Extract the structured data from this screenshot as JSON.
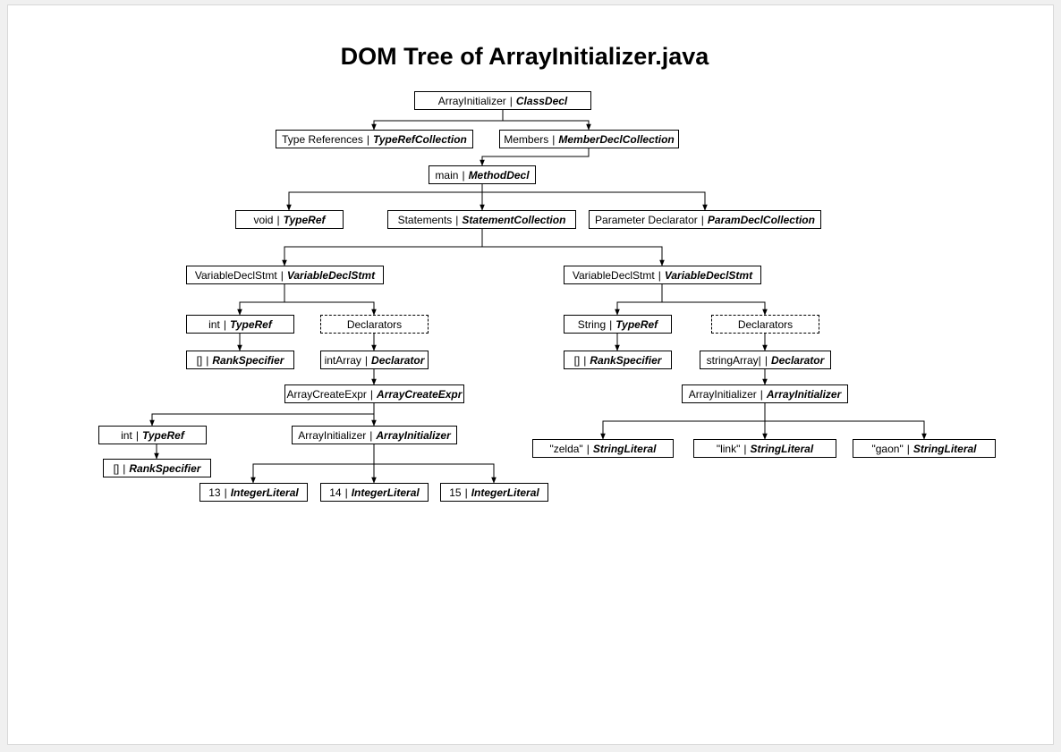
{
  "title": "DOM Tree of ArrayInitializer.java",
  "nodes": {
    "root": {
      "name": "ArrayInitializer",
      "type": "ClassDecl"
    },
    "typerefs": {
      "name": "Type References",
      "type": "TypeRefCollection"
    },
    "members": {
      "name": "Members",
      "type": "MemberDeclCollection"
    },
    "main": {
      "name": "main",
      "type": "MethodDecl"
    },
    "void": {
      "name": "void",
      "type": "TypeRef"
    },
    "statements": {
      "name": "Statements",
      "type": "StatementCollection"
    },
    "params": {
      "name": "Parameter Declarator",
      "type": "ParamDeclCollection"
    },
    "vds1": {
      "name": "VariableDeclStmt",
      "type": "VariableDeclStmt"
    },
    "vds2": {
      "name": "VariableDeclStmt",
      "type": "VariableDeclStmt"
    },
    "int1": {
      "name": "int",
      "type": "TypeRef"
    },
    "decls1": {
      "name": "Declarators"
    },
    "rank1": {
      "name": "[]",
      "type": "RankSpecifier"
    },
    "intArray": {
      "name": "intArray",
      "type": "Declarator"
    },
    "ace": {
      "name": "ArrayCreateExpr",
      "type": "ArrayCreateExpr"
    },
    "int2": {
      "name": "int",
      "type": "TypeRef"
    },
    "ai1": {
      "name": "ArrayInitializer",
      "type": "ArrayInitializer"
    },
    "rank2": {
      "name": "[]",
      "type": "RankSpecifier"
    },
    "i13": {
      "name": "13",
      "type": "IntegerLiteral"
    },
    "i14": {
      "name": "14",
      "type": "IntegerLiteral"
    },
    "i15": {
      "name": "15",
      "type": "IntegerLiteral"
    },
    "string": {
      "name": "String",
      "type": "TypeRef"
    },
    "decls2": {
      "name": "Declarators"
    },
    "rank3": {
      "name": "[]",
      "type": "RankSpecifier"
    },
    "stringArray": {
      "name": "stringArray|",
      "type": "Declarator"
    },
    "ai2": {
      "name": "ArrayInitializer",
      "type": "ArrayInitializer"
    },
    "zelda": {
      "name": "\"zelda\"",
      "type": "StringLiteral"
    },
    "link": {
      "name": "\"link\"",
      "type": "StringLiteral"
    },
    "gaon": {
      "name": "\"gaon\"",
      "type": "StringLiteral"
    }
  }
}
